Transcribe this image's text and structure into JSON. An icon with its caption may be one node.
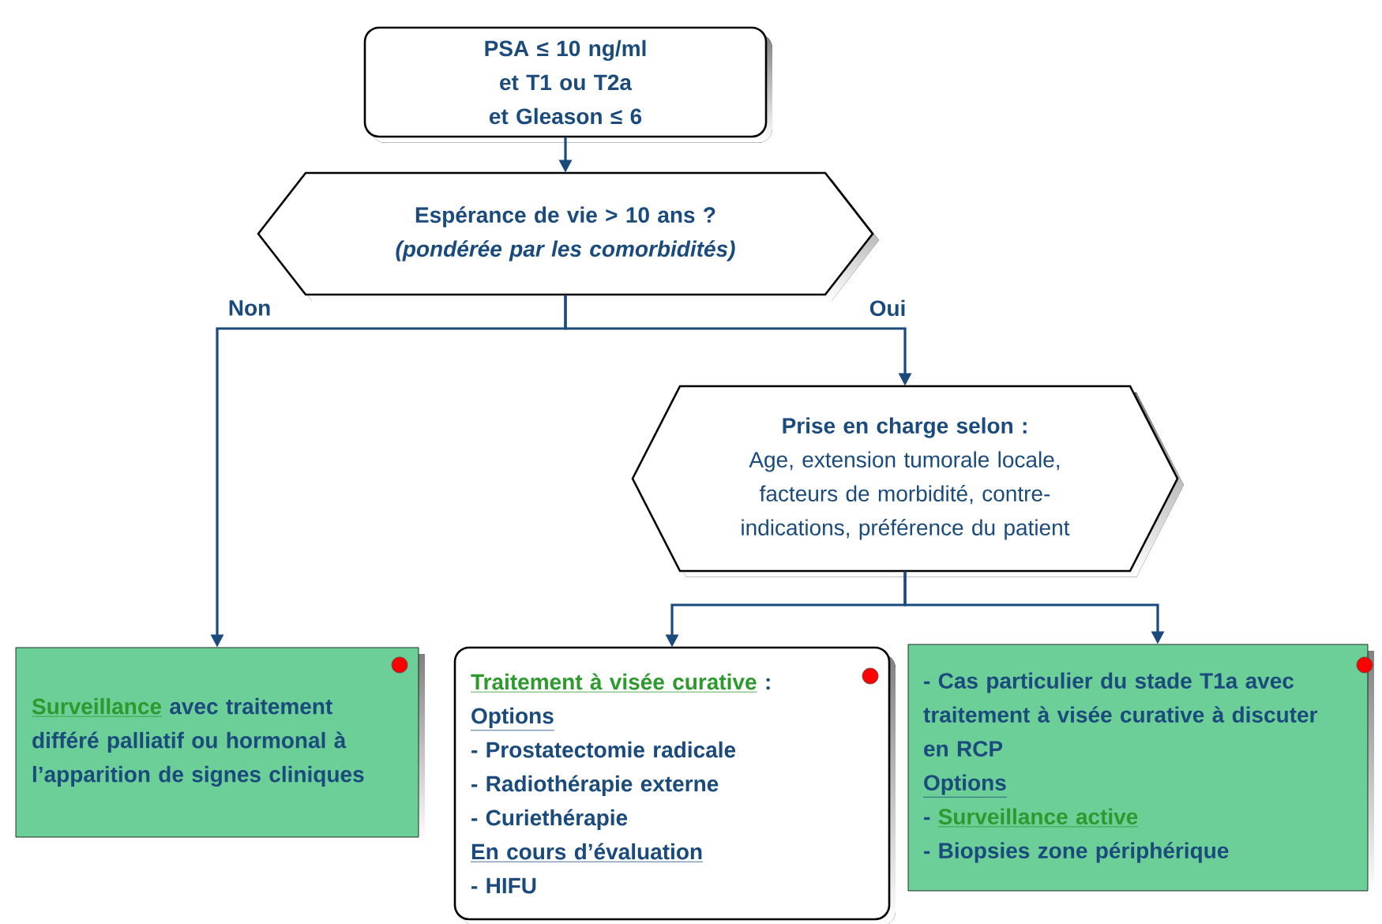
{
  "diagram": {
    "nodes": [
      {
        "text": [
          "PSA ≤ 10 ng/ml et T1 ou T2a et Gleason ≤ 6"
        ]
      },
      {
        "text": [
          "Espérance de vie > 10 ans ?",
          "(pondérée par les comorbidités)"
        ]
      },
      {
        "text": [
          "Prise en charge selon :",
          "Age, extension tumorale locale, facteurs de morbidité, contre-indications, préférence du patient"
        ]
      },
      {
        "text": [
          "Surveillance",
          "avec traitement différé palliatif ou hormonal à l’apparition de signes cliniques"
        ]
      },
      {
        "text": [
          "Traitement à visée curative",
          ":",
          "Options",
          "- Prostatectomie radicale",
          "- Radiothérapie externe",
          "- Curiethérapie",
          "En cours d’évaluation",
          "- HIFU"
        ]
      },
      {
        "text": [
          "- Cas particulier du stade T1a avec traitement à visée curative à discuter en RCP",
          "Options",
          "-",
          "Surveillance active",
          "- Biopsies zone périphérique"
        ]
      }
    ],
    "edges": [
      {
        "from": 0,
        "to": 1,
        "arrow": "to"
      },
      {
        "from": 1,
        "to": 3,
        "arrow": "to",
        "label": "Non"
      },
      {
        "from": 1,
        "to": 2,
        "arrow": "to",
        "label": "Oui"
      },
      {
        "from": 2,
        "to": 4,
        "arrow": "to"
      },
      {
        "from": 2,
        "to": 5,
        "arrow": "to"
      }
    ]
  }
}
